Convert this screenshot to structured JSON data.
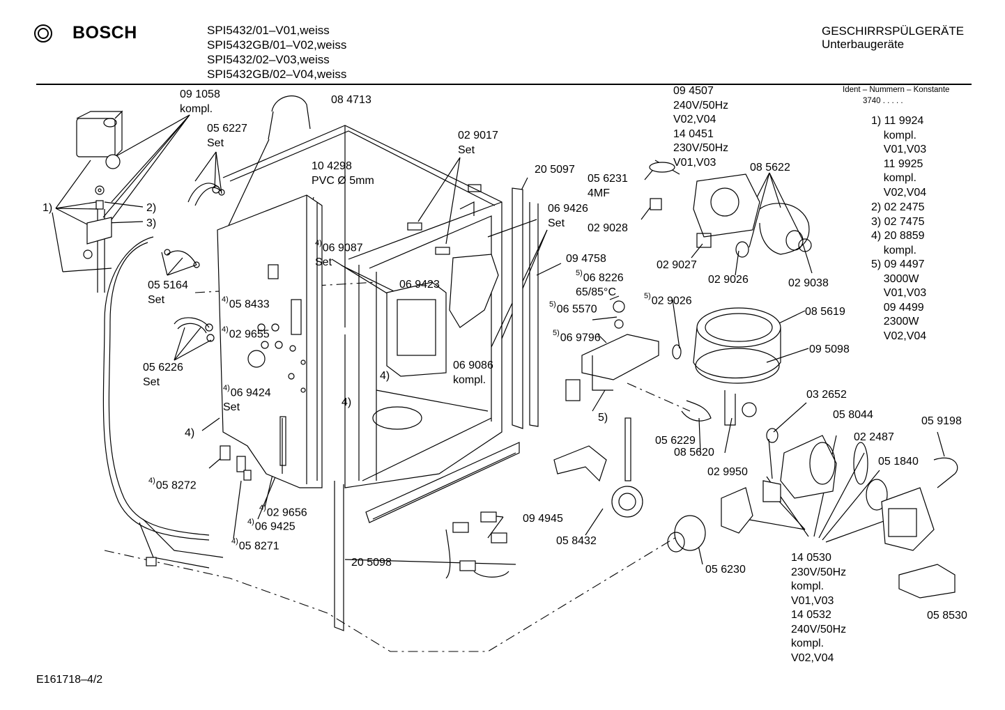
{
  "header": {
    "brand": "BOSCH",
    "models": [
      "SPI5432/01–V01,weiss",
      "SPI5432GB/01–V02,weiss",
      "SPI5432/02–V03,weiss",
      "SPI5432GB/02–V04,weiss"
    ],
    "category": "GESCHIRRSPÜLGERÄTE",
    "subcategory": "Unterbaugeräte"
  },
  "ident": {
    "title": "Ident – Nummern – Konstante",
    "value": "3740 . . . . ."
  },
  "footnotes": [
    "1) 11 9924\n    kompl.\n    V01,V03\n    11 9925\n    kompl.\n    V02,V04",
    "2) 02 2475",
    "3) 02 7475",
    "4) 20 8859\n    kompl.",
    "5) 09 4497\n    3000W\n    V01,V03\n    09 4499\n    2300W\n    V02,V04"
  ],
  "parts": [
    {
      "text": "09 1058\nkompl."
    },
    {
      "text": "08 4713"
    },
    {
      "text": "05 6227\nSet"
    },
    {
      "text": "1)"
    },
    {
      "text": "2)"
    },
    {
      "text": "3)"
    },
    {
      "text": "05 5164\nSet"
    },
    {
      "text": "05 6226\nSet"
    },
    {
      "text": "4)"
    },
    {
      "text": "05 8272",
      "sup": "4)"
    },
    {
      "text": "05 8433",
      "sup": "4)"
    },
    {
      "text": "02 9655",
      "sup": "4)"
    },
    {
      "text": "06 9424\nSet",
      "sup": "4)"
    },
    {
      "text": "02 9656",
      "sup": "4)"
    },
    {
      "text": "06 9425",
      "sup": "4)"
    },
    {
      "text": "05 8271",
      "sup": "4)"
    },
    {
      "text": "10 4298\nPVC Ø 5mm"
    },
    {
      "text": "06 9087\nSet",
      "sup": "4)"
    },
    {
      "text": "4)"
    },
    {
      "text": "4)"
    },
    {
      "text": "02 9017\nSet"
    },
    {
      "text": "06 9423"
    },
    {
      "text": "20 5097"
    },
    {
      "text": "06 9426\nSet"
    },
    {
      "text": "06 9086\nkompl."
    },
    {
      "text": "20 5098"
    },
    {
      "text": "09 4945"
    },
    {
      "text": "05 8432"
    },
    {
      "text": "09 4507\n240V/50Hz\nV02,V04\n14 0451\n230V/50Hz\nV01,V03"
    },
    {
      "text": "05 6231\n4MF"
    },
    {
      "text": "02 9028"
    },
    {
      "text": "09 4758"
    },
    {
      "text": "06 8226\n65/85°C",
      "sup": "5)"
    },
    {
      "text": "06 5570",
      "sup": "5)"
    },
    {
      "text": "06 9796",
      "sup": "5)"
    },
    {
      "text": "5)"
    },
    {
      "text": "02 9026",
      "sup": "5)"
    },
    {
      "text": "02 9027"
    },
    {
      "text": "08 5622"
    },
    {
      "text": "02 9026"
    },
    {
      "text": "02 9038"
    },
    {
      "text": "08 5619"
    },
    {
      "text": "09 5098"
    },
    {
      "text": "03 2652"
    },
    {
      "text": "05 8044"
    },
    {
      "text": "05 9198"
    },
    {
      "text": "02 2487"
    },
    {
      "text": "05 1840"
    },
    {
      "text": "05 6229"
    },
    {
      "text": "08 5620"
    },
    {
      "text": "02 9950"
    },
    {
      "text": "05 6230"
    },
    {
      "text": "14 0530\n230V/50Hz\nkompl.\nV01,V03\n14 0532\n240V/50Hz\nkompl.\nV02,V04"
    },
    {
      "text": "05 8530"
    }
  ],
  "footer": {
    "code": "E161718–4/2"
  }
}
